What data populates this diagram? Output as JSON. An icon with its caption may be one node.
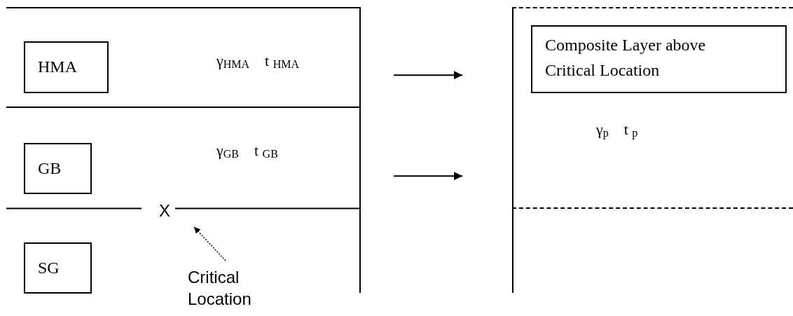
{
  "diagram": {
    "nodes": [
      {
        "text": [
          "γ$_{HMA}$ t $_{HMA}$"
        ]
      },
      {
        "text": [
          "HMA"
        ],
        "in": 0
      },
      {
        "text": [
          "γ$_{GB}$ t $_{GB}$"
        ]
      },
      {
        "text": [
          "GB"
        ],
        "in": 2
      },
      {
        "text": [],
        "shape": "box"
      },
      {
        "text": [
          "SG"
        ],
        "in": 4
      },
      {
        "text": [
          "γ$_{p}$ t $_{p}$"
        ]
      },
      {
        "text": [
          "Composite Layer above Critical Location"
        ],
        "in": 6
      },
      {
        "text": [
          "X"
        ]
      },
      {
        "text": [
          "Critical Location"
        ]
      }
    ],
    "edges": [
      {
        "from": 0,
        "to": 6,
        "arrow": "to"
      },
      {
        "from": 2,
        "to": 6,
        "arrow": "to"
      },
      {
        "from": 9,
        "to": 8,
        "arrow": "to",
        "style": "dashed"
      }
    ]
  }
}
